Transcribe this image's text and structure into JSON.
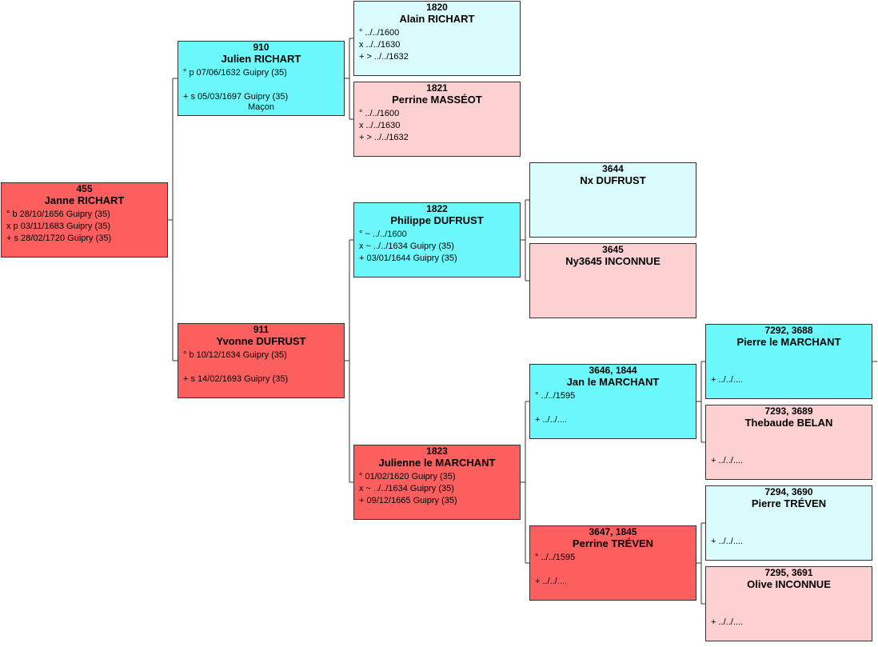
{
  "colors": {
    "male_highlight": "#6cf9fb",
    "female_highlight": "#fd5e5e",
    "male_plain": "#dbfcfc",
    "female_plain": "#fdd1d1",
    "line": "#333333"
  },
  "persons": {
    "p455": {
      "num": "455",
      "name": "Janne RICHART",
      "lines": [
        "° b 28/10/1656 Guipry (35)",
        "x p 03/11/1683 Guipry (35)",
        "+ s 28/02/1720 Guipry (35)"
      ]
    },
    "p910": {
      "num": "910",
      "name": "Julien RICHART",
      "lines": [
        "° p 07/06/1632 Guipry (35)",
        "",
        "+ s 05/03/1697 Guipry (35)"
      ],
      "occupation": "Maçon"
    },
    "p911": {
      "num": "911",
      "name": "Yvonne DUFRUST",
      "lines": [
        "° b 10/12/1634 Guipry (35)",
        "",
        "+ s 14/02/1693 Guipry (35)"
      ]
    },
    "p1820": {
      "num": "1820",
      "name": "Alain RICHART",
      "lines": [
        "° ../../1600",
        "x ../../1630",
        "+ > ../../1632"
      ]
    },
    "p1821": {
      "num": "1821",
      "name": "Perrine MASSÉOT",
      "lines": [
        "° ../../1600",
        "x ../../1630",
        "+ > ../../1632"
      ]
    },
    "p1822": {
      "num": "1822",
      "name": "Philippe DUFRUST",
      "lines": [
        "° ~ ../../1600",
        "x ~ ../../1634 Guipry (35)",
        "+ 03/01/1644 Guipry (35)"
      ]
    },
    "p1823": {
      "num": "1823",
      "name": "Julienne le MARCHANT",
      "lines": [
        "° 01/02/1620 Guipry (35)",
        "x ~ ../../1634 Guipry (35)",
        "+ 09/12/1665 Guipry (35)"
      ]
    },
    "p3644": {
      "num": "3644",
      "name": "Nx DUFRUST",
      "lines": []
    },
    "p3645": {
      "num": "3645",
      "name": "Ny3645 INCONNUE",
      "lines": []
    },
    "p3646": {
      "num": "3646, 1844",
      "name": "Jan le MARCHANT",
      "lines": [
        "° ../../1595",
        "",
        "+ ../../...."
      ]
    },
    "p3647": {
      "num": "3647, 1845",
      "name": "Perrine TRÉVEN",
      "lines": [
        "° ../../1595",
        "",
        "+ ../../...."
      ]
    },
    "p7292": {
      "num": "7292, 3688",
      "name": "Pierre le MARCHANT",
      "lines": [
        "",
        "",
        "+ ../../...."
      ]
    },
    "p7293": {
      "num": "7293, 3689",
      "name": "Thebaude BELAN",
      "lines": [
        "",
        "",
        "+ ../../...."
      ]
    },
    "p7294": {
      "num": "7294, 3690",
      "name": "Pierre TRÉVEN",
      "lines": [
        "",
        "",
        "+ ../../...."
      ]
    },
    "p7295": {
      "num": "7295, 3691",
      "name": "Olive INCONNUE",
      "lines": [
        "",
        "",
        "+ ../../...."
      ]
    }
  }
}
